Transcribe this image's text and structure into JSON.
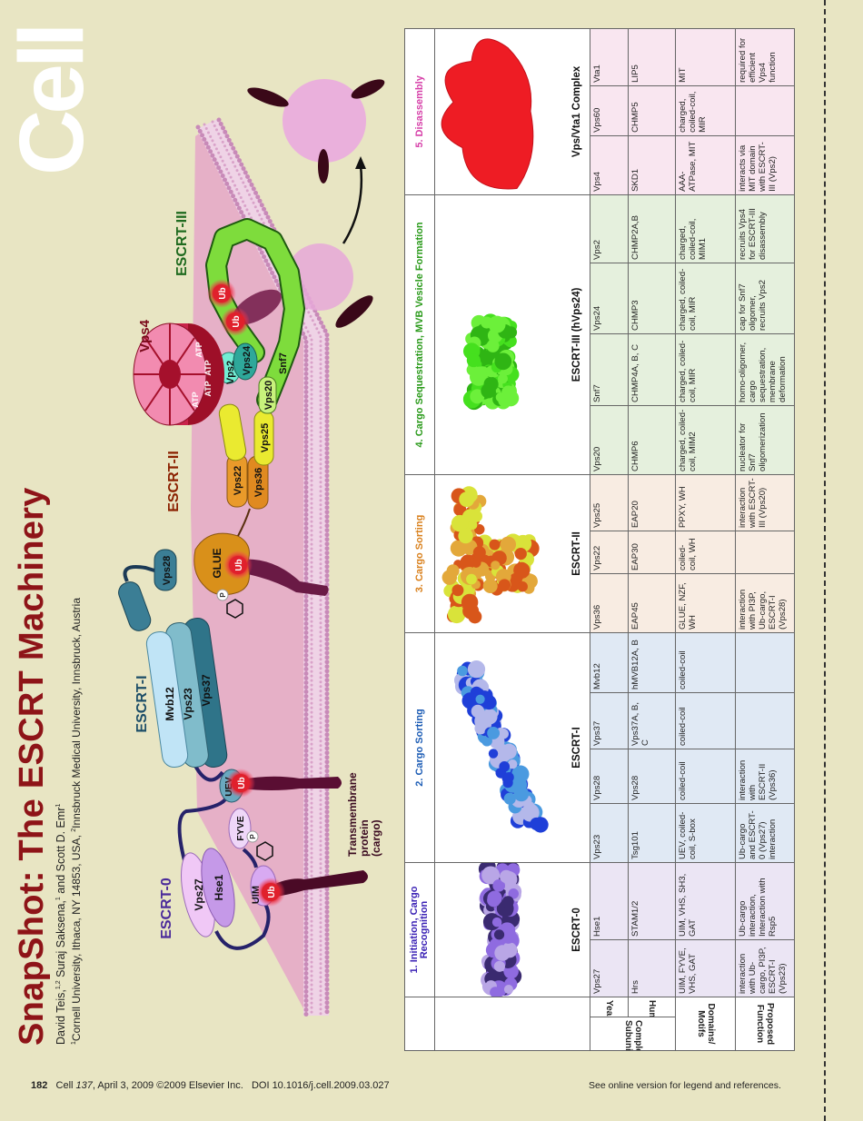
{
  "logo": "Cell",
  "title": "SnapShot: The ESCRT Machinery",
  "authors": [
    {
      "name": "David Teis,",
      "sup": "1,2"
    },
    {
      "name": " Suraj Saksena,",
      "sup": "1"
    },
    {
      "name": " and Scott D. Emr",
      "sup": "1"
    }
  ],
  "affiliations": [
    {
      "sup": "1",
      "text": "Cornell University, Ithaca, NY 14853, USA, "
    },
    {
      "sup": "2",
      "text": "Innsbruck Medical University, Innsbruck, Austria"
    }
  ],
  "diagram": {
    "escrt0": "ESCRT-0",
    "vps27": "Vps27",
    "hse1": "Hse1",
    "uim": "UIM",
    "fyve": "FYVE",
    "uev": "UEV",
    "escrt1": "ESCRT-I",
    "mvb12": "Mvb12",
    "vps23": "Vps23",
    "vps37": "Vps37",
    "vps28": "Vps28",
    "glue": "GLUE",
    "escrt2": "ESCRT-II",
    "vps22": "Vps22",
    "vps36": "Vps36",
    "vps25": "Vps25",
    "vps20": "Vps20",
    "snf7": "Snf7",
    "vps24": "Vps24",
    "vps2": "Vps2",
    "vps4": "Vps4",
    "atp": "ATP",
    "escrt3": "ESCRT-III",
    "ub": "Ub",
    "p": "P",
    "cargo_label": [
      "Transmembrane",
      "protein",
      "(cargo)"
    ]
  },
  "table": {
    "row_labels": {
      "complex_subunits": "Complex Subunits",
      "yeast": "Yeast",
      "human": "Human",
      "domains": "Domains/ Motifs",
      "function": "Proposed Function"
    },
    "stages": [
      {
        "title": "1. Initiation, Cargo Recognition",
        "color": "#3b22b5",
        "complex": "ESCRT-0",
        "bg": "#ebe5f4",
        "structure_colors": [
          "#3a2a70",
          "#8f6be0",
          "#b9a6e6"
        ],
        "columns": [
          {
            "yeast": "Vps27",
            "human": "Hrs",
            "domains": "UIM, FYVE, VHS, GAT",
            "function": "interaction with Ub-cargo, PI3P, ESCRT-I (Vps23)"
          },
          {
            "yeast": "Hse1",
            "human": "STAM1/2",
            "domains": "UIM, VHS, SH3, GAT",
            "function": "Ub-cargo interaction, Interaction with Rsp5"
          }
        ]
      },
      {
        "title": "2. Cargo Sorting",
        "color": "#1d5db5",
        "complex": "ESCRT-I",
        "bg": "#e0e9f4",
        "structure_colors": [
          "#1f3fd8",
          "#b4b8ea",
          "#4a9ae0"
        ],
        "columns": [
          {
            "yeast": "Vps23",
            "human": "Tsg101",
            "domains": "UEV, coiled-coil, S-box",
            "function": "Ub-cargo and ESCRT-0 (Vps27) interaction"
          },
          {
            "yeast": "Vps28",
            "human": "Vps28",
            "domains": "coiled-coil",
            "function": "interaction with ESCRT-II (Vps36)"
          },
          {
            "yeast": "Vps37",
            "human": "Vps37A, B, C",
            "domains": "coiled-coil",
            "function": ""
          },
          {
            "yeast": "Mvb12",
            "human": "hMVB12A, B",
            "domains": "coiled-coil",
            "function": ""
          }
        ]
      },
      {
        "title": "3. Cargo Sorting",
        "color": "#d9801c",
        "complex": "ESCRT-II",
        "bg": "#f8ece2",
        "structure_colors": [
          "#d8561a",
          "#d9e33a",
          "#e3a83a"
        ],
        "columns": [
          {
            "yeast": "Vps36",
            "human": "EAP45",
            "domains": "GLUE, NZF, WH",
            "function": "interaction with PI3P, Ub-cargo, ESCRT-I (Vps28)"
          },
          {
            "yeast": "Vps22",
            "human": "EAP30",
            "domains": "coiled-coil, WH",
            "function": ""
          },
          {
            "yeast": "Vps25",
            "human": "EAP20",
            "domains": "PPXY, WH",
            "function": "interaction with ESCRT-III (Vps20)"
          }
        ]
      },
      {
        "title": "4. Cargo Sequestration, MVB Vesicle Formation",
        "color": "#2a9a1a",
        "complex": "ESCRT-III (hVps24)",
        "bg": "#e5f0dd",
        "structure_colors": [
          "#45e01e",
          "#2fb514",
          "#6cf03a"
        ],
        "columns": [
          {
            "yeast": "Vps20",
            "human": "CHMP6",
            "domains": "charged, coiled-coil, MIM2",
            "function": "nucleator for Snf7 oligomerization"
          },
          {
            "yeast": "Snf7",
            "human": "CHMP4A, B, C",
            "domains": "charged, coiled-coil, MIR",
            "function": "homo-oligomer, cargo sequestration, membrane deformation"
          },
          {
            "yeast": "Vps24",
            "human": "CHMP3",
            "domains": "charged, coiled-coil, MIR",
            "function": "cap for Snf7 oligomer, recruits Vps2"
          },
          {
            "yeast": "Vps2",
            "human": "CHMP2A,B",
            "domains": "charged, coiled-coil, MIM1",
            "function": "recruits Vps4 for ESCRT-III disassembly"
          }
        ]
      },
      {
        "title": "5. Disassembly",
        "color": "#d63fa8",
        "complex": "Vps/Vta1 Complex",
        "bg": "#f9e6f0",
        "structure_colors": [
          "#ee1c24",
          "#f5303a",
          "#c4101a"
        ],
        "columns": [
          {
            "yeast": "Vps4",
            "human": "SKD1",
            "domains": "AAA-ATPase, MIT",
            "function": "interacts via MIT domain with ESCRT-III (Vps2)"
          },
          {
            "yeast": "Vps60",
            "human": "CHMP5",
            "domains": "charged, coiled-coil, MIR",
            "function": ""
          },
          {
            "yeast": "Vta1",
            "human": "LIP5",
            "domains": "MIT",
            "function": "required for efficient Vps4 function"
          }
        ]
      }
    ]
  },
  "footer": {
    "page_number": "182",
    "journal": "Cell",
    "volume": "137",
    "citation": ", April 3, 2009 ©2009 Elsevier Inc.",
    "doi": "DOI 10.1016/j.cell.2009.03.027",
    "note": "See online version for legend and references."
  }
}
